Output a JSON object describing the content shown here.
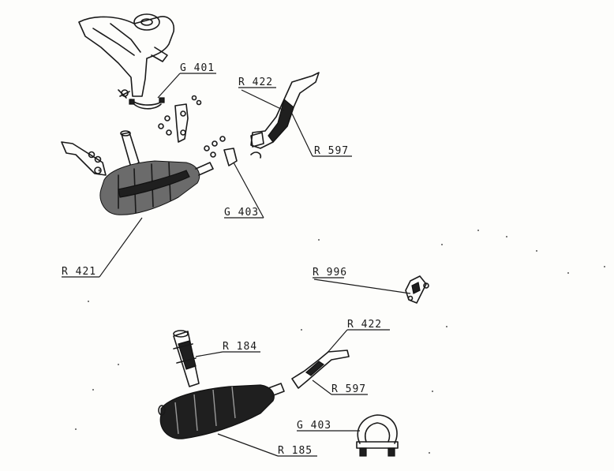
{
  "labels": {
    "g401": "G 401",
    "r422_top": "R 422",
    "r597_top": "R 597",
    "g403_top": "G 403",
    "r421": "R 421",
    "r996": "R 996",
    "r422_bottom": "R 422",
    "r184": "R 184",
    "r597_bottom": "R 597",
    "g403_bottom": "G 403",
    "r185": "R 185"
  },
  "colors": {
    "ink": "#1a1a1a",
    "paper": "#fdfdfb",
    "shade": "#6b6b6b"
  }
}
